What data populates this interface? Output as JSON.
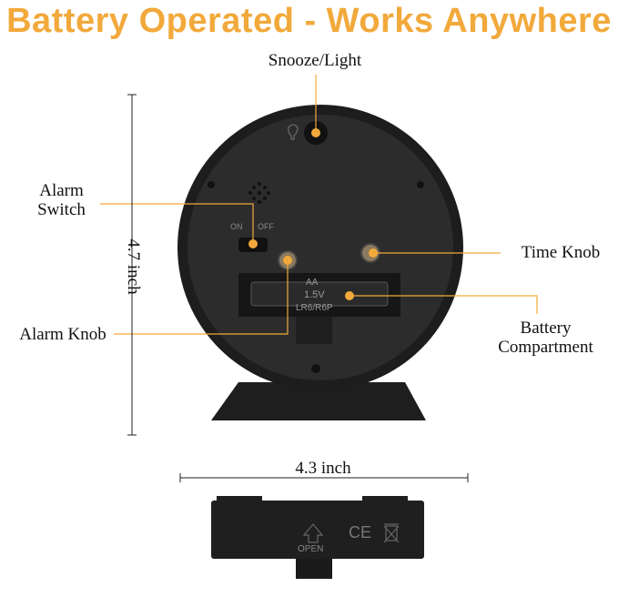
{
  "headline": "Battery Operated - Works Anywhere",
  "labels": {
    "snooze_light": "Snooze/Light",
    "alarm_switch_line1": "Alarm",
    "alarm_switch_line2": "Switch",
    "time_knob": "Time Knob",
    "alarm_knob": "Alarm Knob",
    "battery_line1": "Battery",
    "battery_line2": "Compartment"
  },
  "dimensions": {
    "height": "4.7 inch",
    "width": "4.3 inch"
  },
  "device_text": {
    "switch_on": "ON",
    "switch_off": "OFF",
    "battery_type": "AA",
    "battery_voltage": "1.5V",
    "battery_model": "LR6/R6P",
    "cover_open": "OPEN",
    "cover_ce": "CE"
  },
  "colors": {
    "accent": "#f2a93b",
    "device": "#2b2b2b",
    "device_dark": "#1a1a1a"
  },
  "icons": [
    "light-bulb-icon",
    "arrow-up-icon",
    "trash-bin-icon"
  ]
}
